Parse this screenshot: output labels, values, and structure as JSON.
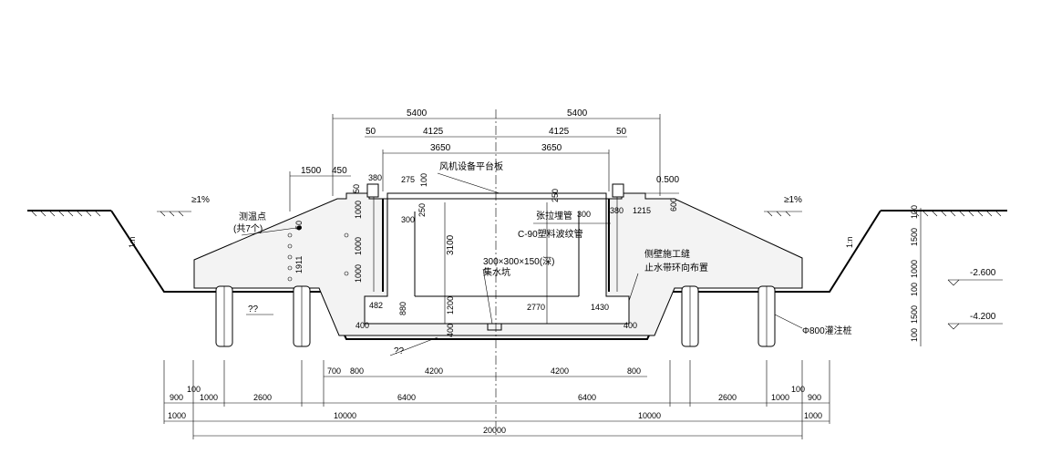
{
  "dims": {
    "top_5400_left": "5400",
    "top_5400_right": "5400",
    "d50_left": "50",
    "d50_right": "50",
    "d4125_left": "4125",
    "d4125_right": "4125",
    "d3650_left": "3650",
    "d3650_right": "3650",
    "d1500": "1500",
    "d450": "450",
    "d380_left": "380",
    "d275": "275",
    "d100_a": "100",
    "d50_v": "50",
    "d1000_a": "1000",
    "d1000_b": "1000",
    "d1000_c": "1000",
    "d1911": "1911",
    "d50_b": "50",
    "d300_left": "300",
    "d250_left": "250",
    "d250_right": "250",
    "d300_right": "300",
    "d380_right": "380",
    "d1215": "1215",
    "d600": "600",
    "d3100": "3100",
    "d1200": "1200",
    "d482": "482",
    "d880": "880",
    "d400_a": "400",
    "d400_b": "400",
    "d400_c": "400",
    "d2770": "2770",
    "d1430": "1430",
    "d700": "700",
    "d800_left": "800",
    "d4200_left": "4200",
    "d4200_right": "4200",
    "d800_right": "800",
    "b900_left": "900",
    "b100_left": "100",
    "b1000_left": "1000",
    "b2600_left": "2600",
    "b6400_left": "6400",
    "b6400_right": "6400",
    "b2600_right": "2600",
    "b1000_right": "1000",
    "b100_right": "100",
    "b900_right": "900",
    "b1000_outer_left": "1000",
    "b10000_left": "10000",
    "b10000_right": "10000",
    "b1000_outer_right": "1000",
    "b20000": "20000",
    "r100": "100",
    "r1500_a": "1500",
    "r1000": "1000",
    "r100_b": "100",
    "r1500_b": "1500",
    "r100_c": "100"
  },
  "labels": {
    "platform": "风机设备平台板",
    "survey_point": "测温点",
    "survey_count": "(共7个)",
    "tension_pipe": "张拉埋管",
    "corrugated": "C-90塑料波纹管",
    "sump_size": "300×300×150(深)",
    "sump": "集水坑",
    "side_wall": "侧壁施工缝",
    "waterstop": "止水带环向布置",
    "pile": "Φ800灌注桩",
    "elev_0500": "0.500",
    "elev_2600": "-2.600",
    "elev_4200": "-4.200",
    "slope_left": "1:n",
    "slope_right": "1:n",
    "grade_left": "≥1%",
    "grade_right": "≥1%",
    "q1": "??",
    "q2": "??"
  }
}
